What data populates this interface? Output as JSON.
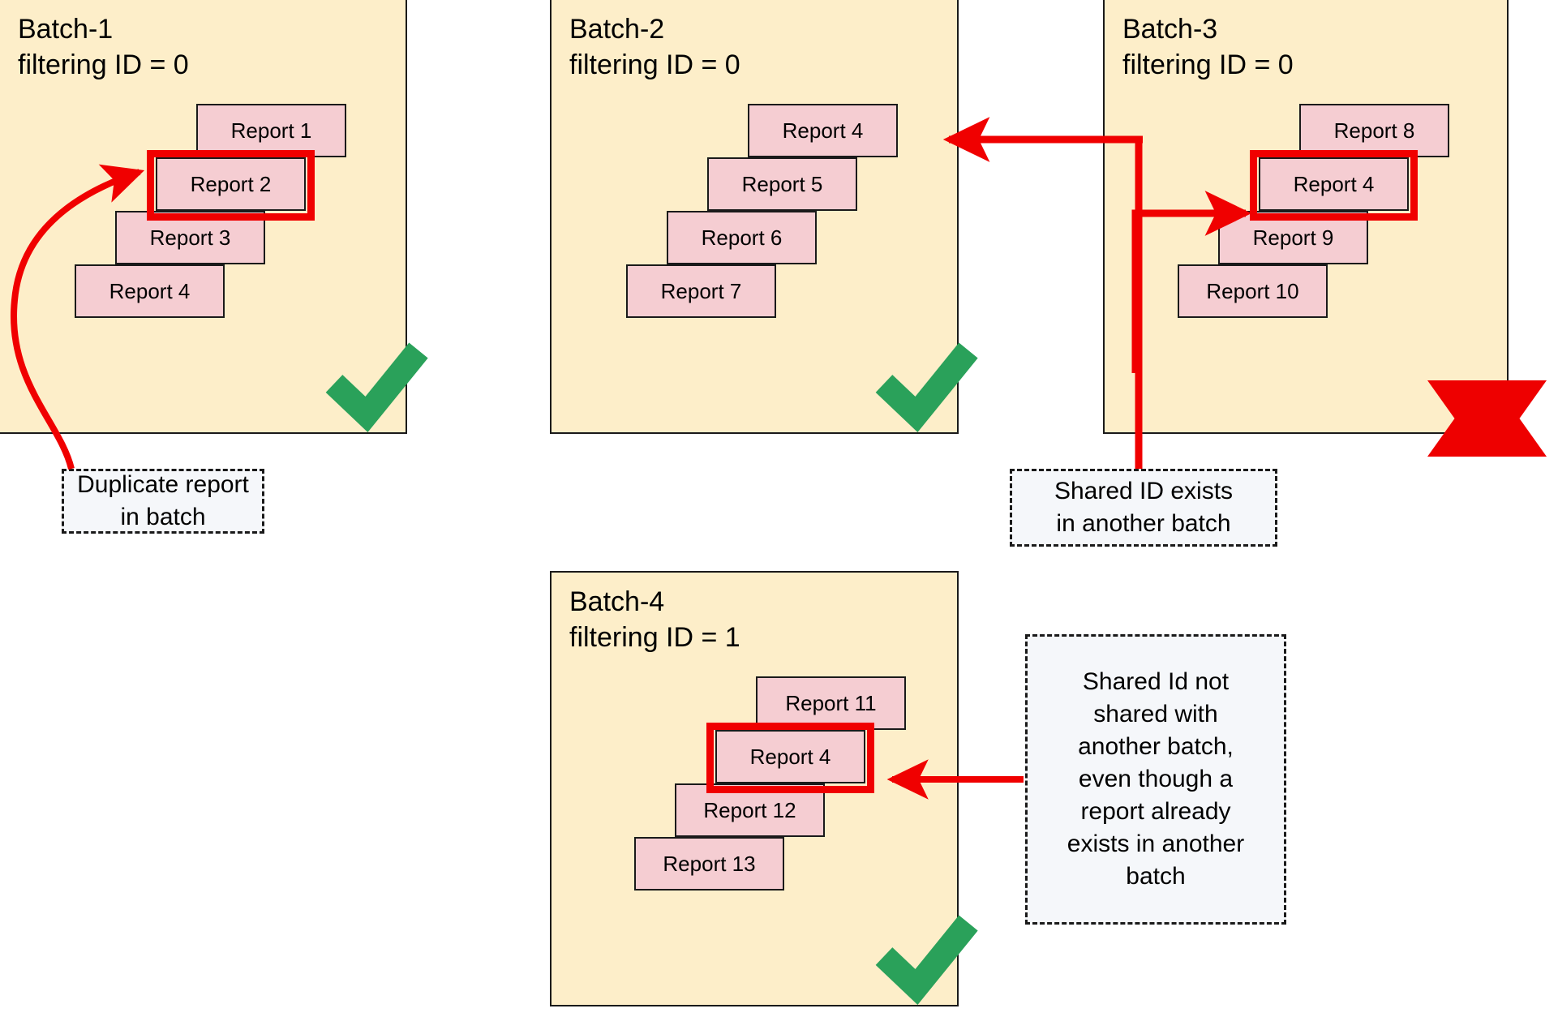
{
  "diagram": {
    "title": "Batch filtering ID duplicate/shared report diagram",
    "colors": {
      "batch_fill": "#fdeec9",
      "report_fill": "#f5cdd2",
      "highlight": "#f00000",
      "arrow": "#f00000",
      "check": "#2aa15a",
      "cross": "#ee0000",
      "callout_fill": "#f5f7fa",
      "stroke": "#1a1a1a"
    }
  },
  "batches": [
    {
      "id": "batch-1",
      "name": "Batch-1",
      "filter_line": "filtering ID = 0",
      "reports": [
        "Report 1",
        "Report 2",
        "Report 3",
        "Report 4"
      ],
      "highlighted_report": "Report 2",
      "status": "valid",
      "status_icon": "check-icon"
    },
    {
      "id": "batch-2",
      "name": "Batch-2",
      "filter_line": "filtering ID = 0",
      "reports": [
        "Report 4",
        "Report 5",
        "Report 6",
        "Report 7"
      ],
      "highlighted_report": null,
      "status": "valid",
      "status_icon": "check-icon"
    },
    {
      "id": "batch-3",
      "name": "Batch-3",
      "filter_line": "filtering ID = 0",
      "reports": [
        "Report 8",
        "Report 4",
        "Report 9",
        "Report 10"
      ],
      "highlighted_report": "Report 4",
      "status": "invalid",
      "status_icon": "cross-icon"
    },
    {
      "id": "batch-4",
      "name": "Batch-4",
      "filter_line": "filtering ID = 1",
      "reports": [
        "Report 11",
        "Report 4",
        "Report 12",
        "Report 13"
      ],
      "highlighted_report": "Report 4",
      "status": "valid",
      "status_icon": "check-icon"
    }
  ],
  "callouts": [
    {
      "id": "callout-duplicate",
      "text": "Duplicate report\nin batch",
      "points_to": "Batch-1 / Report 2"
    },
    {
      "id": "callout-shared-exists",
      "text": "Shared ID exists\nin another batch",
      "points_to": "Batch-2 / Report 4 and Batch-3 / Report 4"
    },
    {
      "id": "callout-shared-not-shared",
      "text": "Shared Id not\nshared with\nanother batch,\neven though a\nreport already\nexists in another\nbatch",
      "points_to": "Batch-4 / Report 4"
    }
  ],
  "status_marks": [
    {
      "id": "check-batch-1",
      "type": "check"
    },
    {
      "id": "check-batch-2",
      "type": "check"
    },
    {
      "id": "cross-batch-3",
      "type": "cross"
    },
    {
      "id": "check-batch-4",
      "type": "check"
    }
  ]
}
